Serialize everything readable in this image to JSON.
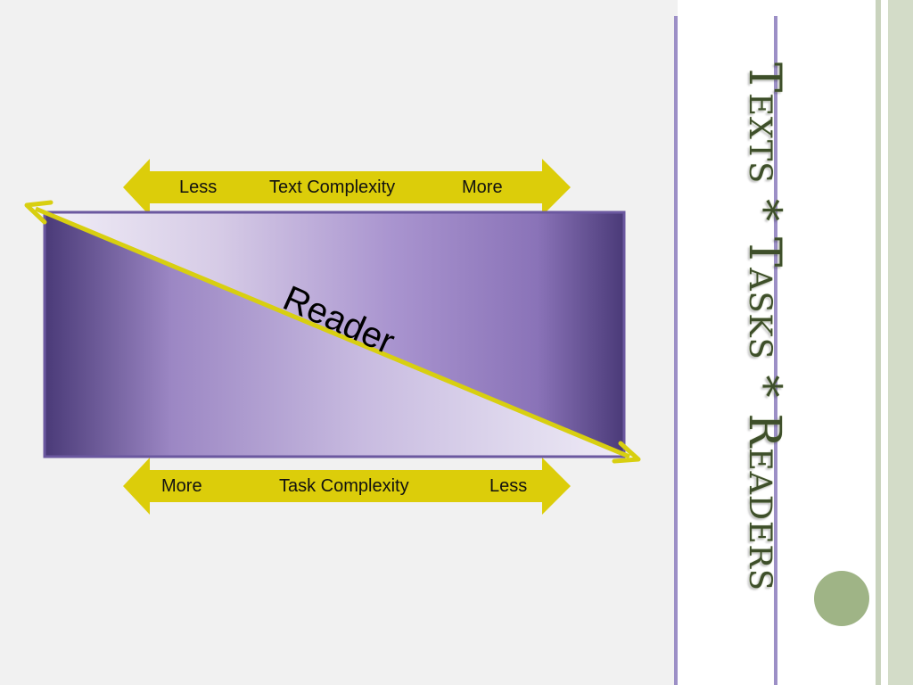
{
  "slide": {
    "title": "Texts * Tasks * Readers"
  },
  "diagram": {
    "text_complexity": {
      "left": "Less",
      "center": "Text Complexity",
      "right": "More"
    },
    "task_complexity": {
      "left": "More",
      "center": "Task Complexity",
      "right": "Less"
    },
    "reader_label": "Reader"
  },
  "colors": {
    "arrow_fill": "#dccd0a",
    "reader_line": "#d8cf10",
    "box_dark": "#4a3a78",
    "box_mid": "#9c87c4",
    "box_light": "#dcd4ea",
    "title_text": "#3e4f2a",
    "rule": "#9c8fc6",
    "accent_circle": "#9fb486"
  }
}
